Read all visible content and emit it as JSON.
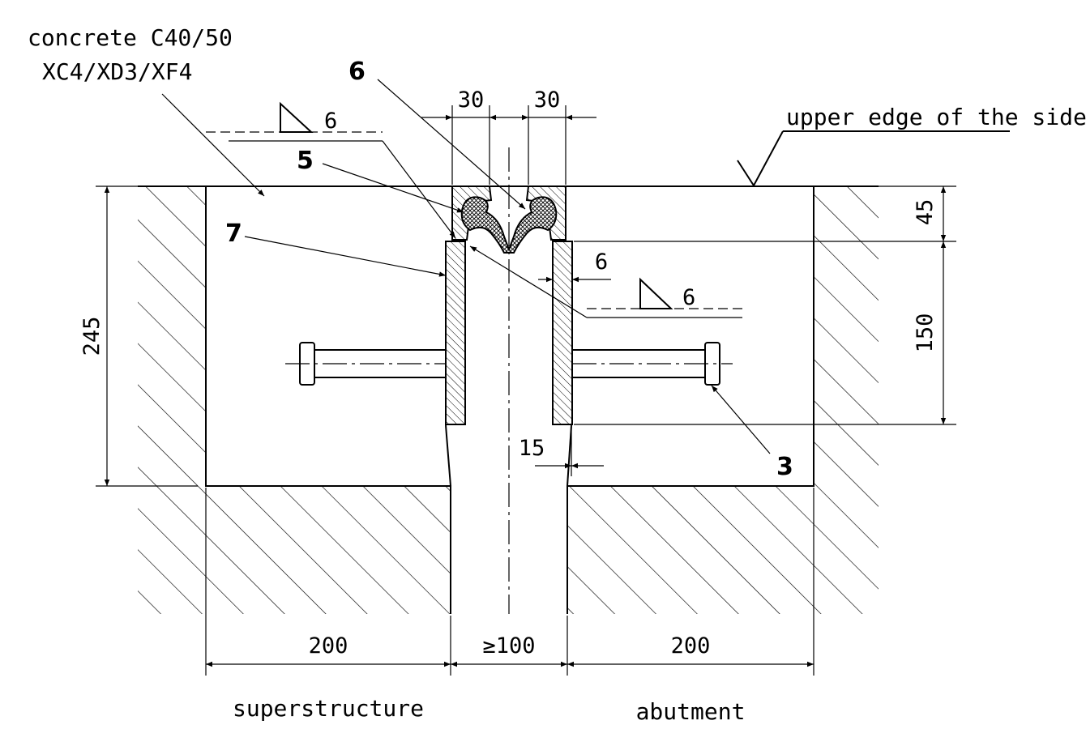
{
  "materials": {
    "concrete_line1": "concrete C40/50",
    "concrete_line2": "XC4/XD3/XF4"
  },
  "references": {
    "upper_edge": "upper edge of the sidewalk",
    "left_side": "superstructure",
    "right_side": "abutment"
  },
  "weld_symbols": {
    "upper_size": "6",
    "lower_size": "6"
  },
  "dimensions": {
    "top_left_gap": "30",
    "top_right_gap": "30",
    "depth_total": "245",
    "depth_profile": "45",
    "depth_anchor_plate": "150",
    "plate_thickness": "6",
    "gap_offset": "15",
    "left_block_width": "200",
    "joint_gap": "≥100",
    "right_block_width": "200"
  },
  "part_numbers": {
    "p3": "3",
    "p5": "5",
    "p6": "6",
    "p7": "7"
  }
}
